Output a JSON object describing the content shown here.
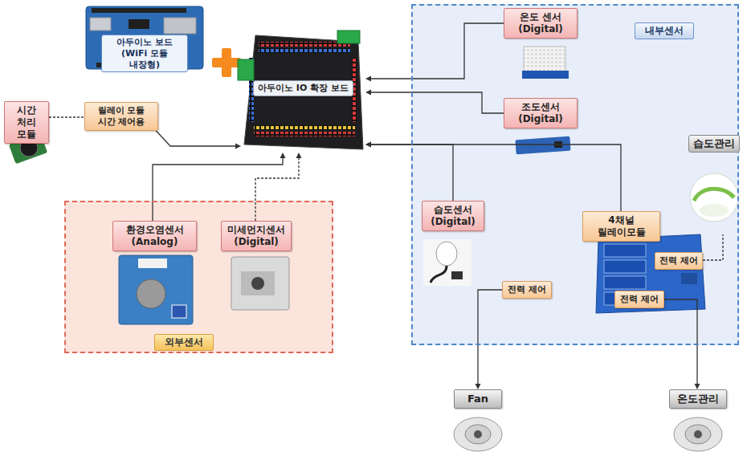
{
  "diagram": {
    "nodes": [
      {
        "text": [
          "아두이노 보드 (WiFi 모듈 내장형)"
        ]
      },
      {
        "text": [
          "시간 처리 모듈"
        ]
      },
      {
        "text": [
          "릴레이 모듈 시간 제어용"
        ]
      },
      {
        "text": [
          "아두이노 IO 확장 보드"
        ]
      },
      {
        "text": [
          "내부센서"
        ]
      },
      {
        "text": [
          "온도 센서 (Digital)"
        ],
        "in": 4
      },
      {
        "text": [
          "조도센서 (Digital)"
        ],
        "in": 4
      },
      {
        "text": [
          "습도센서 (Digital)"
        ],
        "in": 4
      },
      {
        "text": [
          "4채널 릴레이모듈"
        ],
        "in": 4
      },
      {
        "text": [
          "전력 제어"
        ],
        "in": 4
      },
      {
        "text": [
          "전력 제어"
        ],
        "in": 4
      },
      {
        "text": [
          "전력 제어"
        ],
        "in": 4
      },
      {
        "text": [
          "습도관리"
        ]
      },
      {
        "text": [
          "외부센서"
        ]
      },
      {
        "text": [
          "환경오염센서 (Analog)"
        ],
        "in": 13
      },
      {
        "text": [
          "미세먼지센서 (Digital)"
        ],
        "in": 13
      },
      {
        "text": [
          "Fan"
        ]
      },
      {
        "text": [
          "온도관리"
        ]
      }
    ],
    "edges": [
      {
        "from": 1,
        "to": 2,
        "arrow": "none"
      },
      {
        "from": 2,
        "to": 3,
        "arrow": "to"
      },
      {
        "from": 14,
        "to": 3,
        "arrow": "to"
      },
      {
        "from": 15,
        "to": 3,
        "arrow": "to"
      },
      {
        "from": 5,
        "to": 3,
        "arrow": "to"
      },
      {
        "from": 6,
        "to": 3,
        "arrow": "to"
      },
      {
        "from": 7,
        "to": 3,
        "arrow": "to"
      },
      {
        "from": 8,
        "to": 3,
        "arrow": "to"
      },
      {
        "from": 9,
        "to": 12,
        "arrow": "none"
      },
      {
        "from": 10,
        "to": 16,
        "arrow": "to"
      },
      {
        "from": 11,
        "to": 17,
        "arrow": "to"
      }
    ]
  }
}
